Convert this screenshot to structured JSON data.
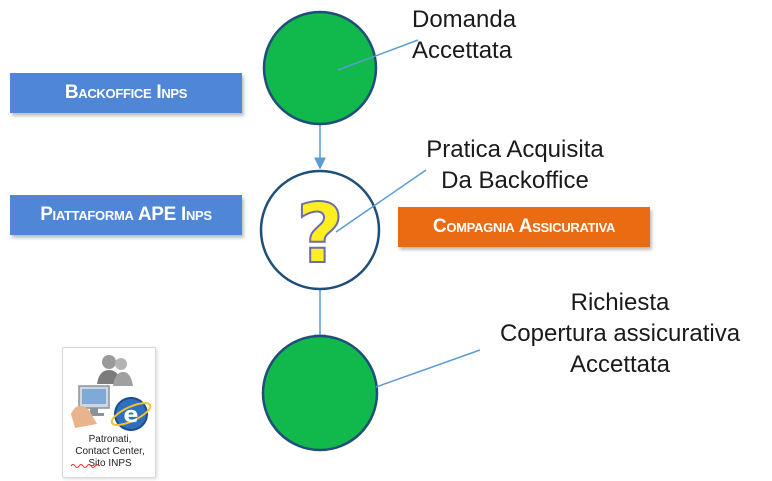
{
  "colors": {
    "node_fill": "#11b84c",
    "node_stroke": "#1f4e79",
    "pending_fill": "#ffffff",
    "question_fill": "#ffee22",
    "question_stroke": "#6b6ea8",
    "blue_box": "#4f86d6",
    "orange_box": "#ea6b12",
    "connector": "#5b9bd5"
  },
  "labels": {
    "backoffice": "Backoffice Inps",
    "piattaforma": "Piattaforma APE Inps",
    "compagnia": "Compagnia Assicurativa"
  },
  "notes": {
    "step1": [
      "Domanda",
      "Accettata"
    ],
    "step2": [
      "Pratica Acquisita",
      "Da Backoffice"
    ],
    "step3": [
      "Richiesta",
      "Copertura assicurativa",
      "Accettata"
    ]
  },
  "pending_symbol": "?",
  "card": {
    "caption": [
      "Patronati,",
      "Contact Center,",
      "Sito INPS"
    ],
    "icons": [
      "people-icon",
      "monitor-icon",
      "internet-explorer-icon"
    ],
    "badge_letter": "e"
  }
}
